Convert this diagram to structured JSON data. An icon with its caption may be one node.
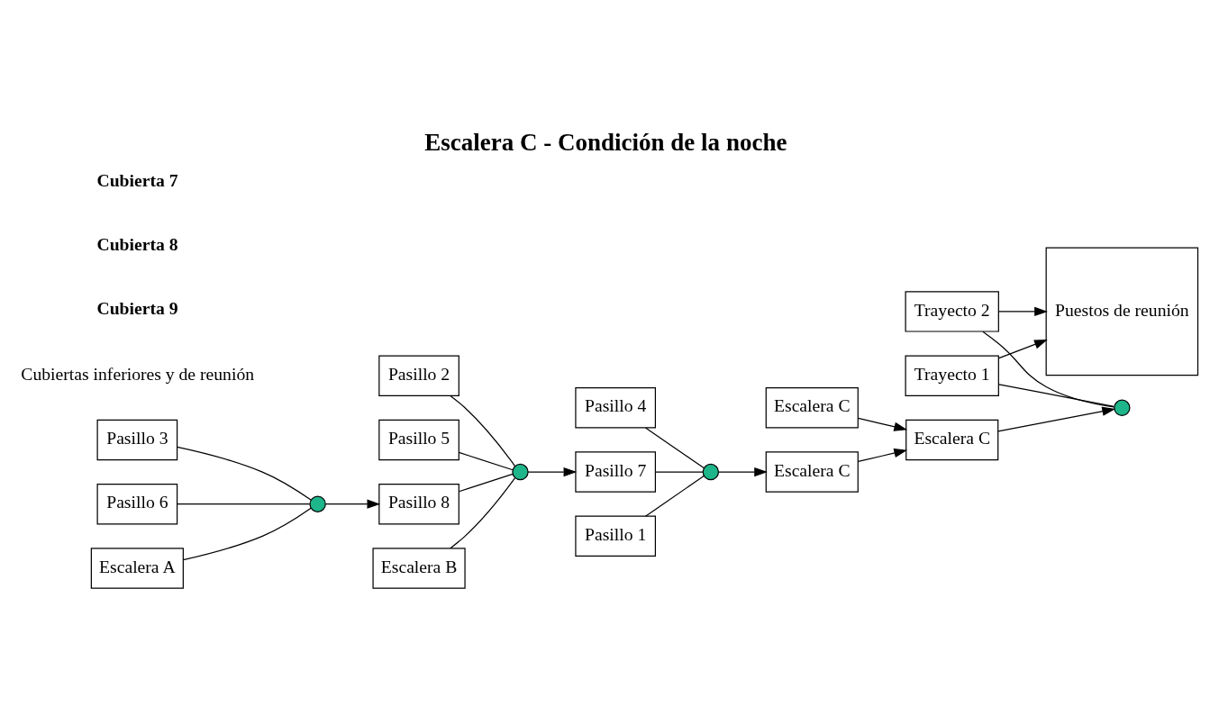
{
  "diagram": {
    "title": "Escalera C - Condición de la noche",
    "nodes": [
      {
        "text": [
          "Puestos de reunión"
        ]
      },
      {
        "text": [
          "Trayecto 1"
        ]
      },
      {
        "text": [
          "Trayecto 2"
        ]
      },
      {
        "text": [
          "Escalera C"
        ]
      },
      {
        "text": [
          "Escalera C"
        ]
      },
      {
        "text": [
          "Pasillo 2"
        ]
      },
      {
        "text": [
          "Pasillo 3"
        ]
      },
      {
        "text": [
          "Pasillo 5"
        ]
      },
      {
        "text": [
          "Pasillo 6"
        ]
      },
      {
        "text": [
          "Pasillo 4"
        ]
      },
      {
        "text": [
          "Pasillo 7"
        ]
      },
      {
        "text": [
          "Pasillo 8"
        ]
      },
      {
        "text": [
          "Pasillo 1"
        ]
      },
      {
        "text": [
          "Escalera A"
        ]
      },
      {
        "text": [
          "Escalera B"
        ]
      },
      {
        "text": [
          "Escalera C"
        ]
      },
      {
        "text": [],
        "shape": "circle"
      },
      {
        "text": [],
        "shape": "circle"
      },
      {
        "text": [],
        "shape": "circle"
      },
      {
        "text": [],
        "shape": "circle"
      }
    ],
    "edges": [
      {
        "from": 3,
        "to": 4,
        "arrow": "to"
      },
      {
        "from": 4,
        "to": 19,
        "arrow": "to"
      },
      {
        "from": 1,
        "to": 19,
        "arrow": "none"
      },
      {
        "from": 2,
        "to": 19,
        "arrow": "none"
      },
      {
        "from": 1,
        "to": 0,
        "arrow": "to"
      },
      {
        "from": 2,
        "to": 0,
        "arrow": "to"
      },
      {
        "from": 6,
        "to": 16,
        "arrow": "none"
      },
      {
        "from": 8,
        "to": 16,
        "arrow": "none"
      },
      {
        "from": 13,
        "to": 16,
        "arrow": "none"
      },
      {
        "from": 16,
        "to": 11,
        "arrow": "to"
      },
      {
        "from": 5,
        "to": 17,
        "arrow": "none"
      },
      {
        "from": 7,
        "to": 17,
        "arrow": "none"
      },
      {
        "from": 11,
        "to": 17,
        "arrow": "none"
      },
      {
        "from": 14,
        "to": 17,
        "arrow": "none"
      },
      {
        "from": 17,
        "to": 10,
        "arrow": "to"
      },
      {
        "from": 9,
        "to": 18,
        "arrow": "none"
      },
      {
        "from": 10,
        "to": 18,
        "arrow": "none"
      },
      {
        "from": 12,
        "to": 18,
        "arrow": "none"
      },
      {
        "from": 18,
        "to": 15,
        "arrow": "to"
      },
      {
        "from": 15,
        "to": 4,
        "arrow": "to"
      }
    ],
    "labels": [
      "Cubiertas inferiores y de reunión",
      "Cubierta 9",
      "Cubierta 8",
      "Cubierta 7"
    ]
  }
}
